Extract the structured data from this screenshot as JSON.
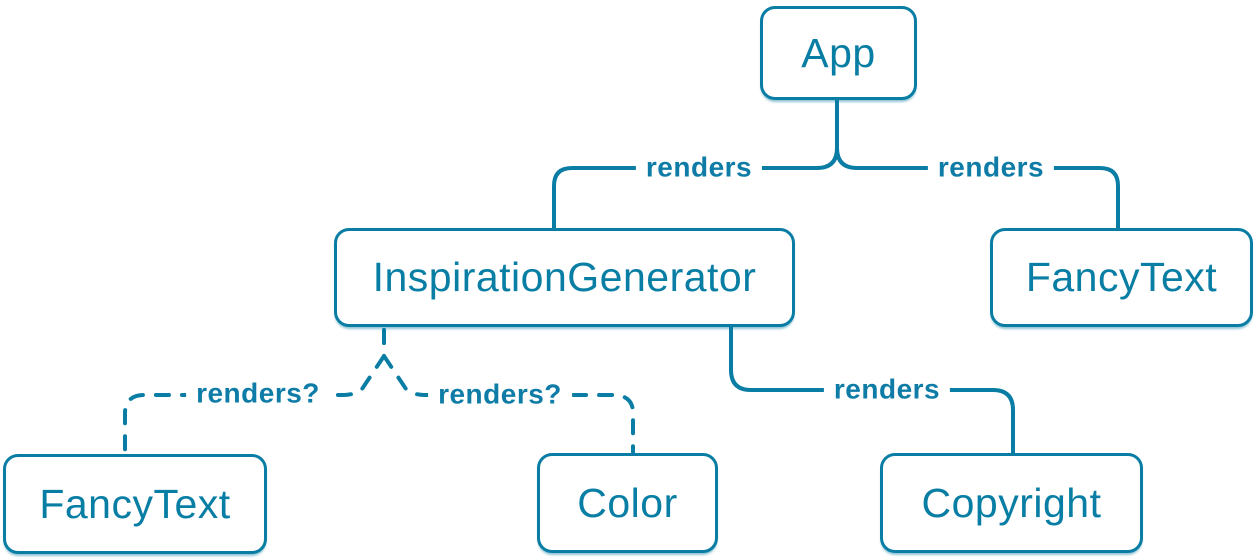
{
  "diagram": {
    "kind": "component-render-tree",
    "colors": {
      "accent": "#087ea4",
      "node_background": "#ffffff",
      "node_border": "#0a7da4",
      "edge_stroke": "#0a7da4"
    },
    "nodes": {
      "app": {
        "label": "App"
      },
      "inspiration_generator": {
        "label": "InspirationGenerator"
      },
      "fancy_text_top": {
        "label": "FancyText"
      },
      "fancy_text_bottom": {
        "label": "FancyText"
      },
      "color": {
        "label": "Color"
      },
      "copyright": {
        "label": "Copyright"
      }
    },
    "edges": [
      {
        "from": "App",
        "to": "InspirationGenerator",
        "label": "renders",
        "style": "solid"
      },
      {
        "from": "App",
        "to": "FancyText",
        "label": "renders",
        "style": "solid"
      },
      {
        "from": "InspirationGenerator",
        "to": "FancyText",
        "label": "renders?",
        "style": "dashed"
      },
      {
        "from": "InspirationGenerator",
        "to": "Color",
        "label": "renders?",
        "style": "dashed"
      },
      {
        "from": "InspirationGenerator",
        "to": "Copyright",
        "label": "renders",
        "style": "solid"
      }
    ]
  }
}
